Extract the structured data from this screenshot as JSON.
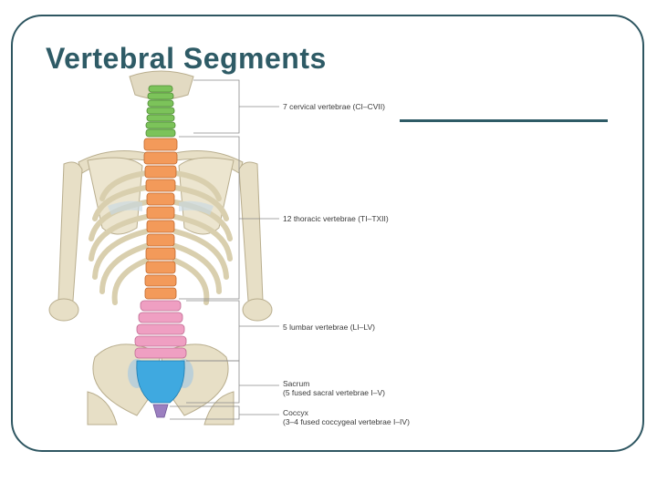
{
  "slide": {
    "title": "Vertebral Segments"
  },
  "diagram": {
    "labels": [
      {
        "id": "cervical",
        "text": "7 cervical vertebrae (CI–CVII)"
      },
      {
        "id": "thoracic",
        "text": "12 thoracic vertebrae (TI–TXII)"
      },
      {
        "id": "lumbar",
        "text": "5 lumbar vertebrae (LI–LV)"
      },
      {
        "id": "sacrum",
        "text": "Sacrum",
        "detail": "(5 fused sacral vertebrae I–V)"
      },
      {
        "id": "coccyx",
        "text": "Coccyx",
        "detail": "(3–4 fused coccygeal vertebrae I–IV)"
      }
    ],
    "segment_colors": {
      "cervical": "#7cc35a",
      "thoracic": "#f39a5a",
      "lumbar": "#ef9fc2",
      "sacrum": "#3fa9e0",
      "coccyx": "#9b7fc0",
      "bone": "#e7dfc6"
    }
  }
}
